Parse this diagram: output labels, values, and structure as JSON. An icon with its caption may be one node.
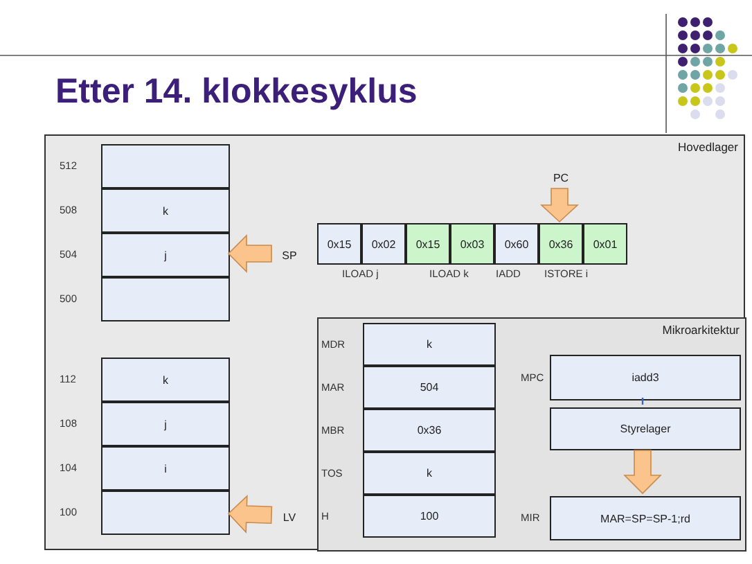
{
  "diagram": {
    "title": "Etter 14. klokkesyklus",
    "nodes": [
      {
        "text": [
          "Hovedlager"
        ]
      },
      {
        "text": [],
        "shape": "box",
        "in": 0,
        "beside": [
          "512"
        ]
      },
      {
        "text": [
          "k"
        ],
        "in": 0,
        "beside": [
          "508"
        ]
      },
      {
        "text": [
          "j"
        ],
        "in": 0,
        "beside": [
          "504"
        ]
      },
      {
        "text": [],
        "shape": "box",
        "in": 0,
        "beside": [
          "500"
        ]
      },
      {
        "text": [
          "k"
        ],
        "in": 0,
        "beside": [
          "112"
        ]
      },
      {
        "text": [
          "j"
        ],
        "in": 0,
        "beside": [
          "108"
        ]
      },
      {
        "text": [
          "i"
        ],
        "in": 0,
        "beside": [
          "104"
        ]
      },
      {
        "text": [],
        "shape": "box",
        "in": 0,
        "beside": [
          "100"
        ]
      },
      {
        "text": [
          "SP"
        ],
        "in": 0
      },
      {
        "text": [
          "LV"
        ],
        "in": 0
      },
      {
        "text": [
          "PC"
        ],
        "in": 0
      },
      {
        "text": [
          "0x15"
        ],
        "in": 0
      },
      {
        "text": [
          "0x02"
        ],
        "in": 0
      },
      {
        "text": [
          "0x15"
        ],
        "in": 0
      },
      {
        "text": [
          "0x03"
        ],
        "in": 0
      },
      {
        "text": [
          "0x60"
        ],
        "in": 0
      },
      {
        "text": [
          "0x36"
        ],
        "in": 0
      },
      {
        "text": [
          "0x01"
        ],
        "in": 0
      },
      {
        "text": [
          "Mikroarkitektur"
        ],
        "in": 0
      },
      {
        "text": [
          "k"
        ],
        "in": 19,
        "beside": [
          "MDR"
        ]
      },
      {
        "text": [
          "504"
        ],
        "in": 19,
        "beside": [
          "MAR"
        ]
      },
      {
        "text": [
          "0x36"
        ],
        "in": 19,
        "beside": [
          "MBR"
        ]
      },
      {
        "text": [
          "k"
        ],
        "in": 19,
        "beside": [
          "TOS"
        ]
      },
      {
        "text": [
          "100"
        ],
        "in": 19,
        "beside": [
          "H"
        ]
      },
      {
        "text": [
          "iadd3"
        ],
        "in": 19,
        "beside": [
          "MPC"
        ]
      },
      {
        "text": [
          "Styrelager"
        ],
        "in": 19
      },
      {
        "text": [
          "MAR=SP=SP-1;rd"
        ],
        "in": 19,
        "beside": [
          "MIR"
        ]
      }
    ],
    "edges": [
      {
        "from": 9,
        "to": 3,
        "arrow": "to",
        "style": "thick"
      },
      {
        "from": 10,
        "to": 8,
        "arrow": "to",
        "style": "thick"
      },
      {
        "from": 11,
        "to": 17,
        "arrow": "to",
        "style": "thick"
      },
      {
        "from": 25,
        "to": 26,
        "arrow": "none",
        "color": "#3a66c8"
      },
      {
        "from": 26,
        "to": 27,
        "arrow": "to",
        "style": "thick"
      }
    ],
    "labels": [
      "ILOAD j",
      "ILOAD k",
      "IADD",
      "ISTORE i"
    ]
  }
}
